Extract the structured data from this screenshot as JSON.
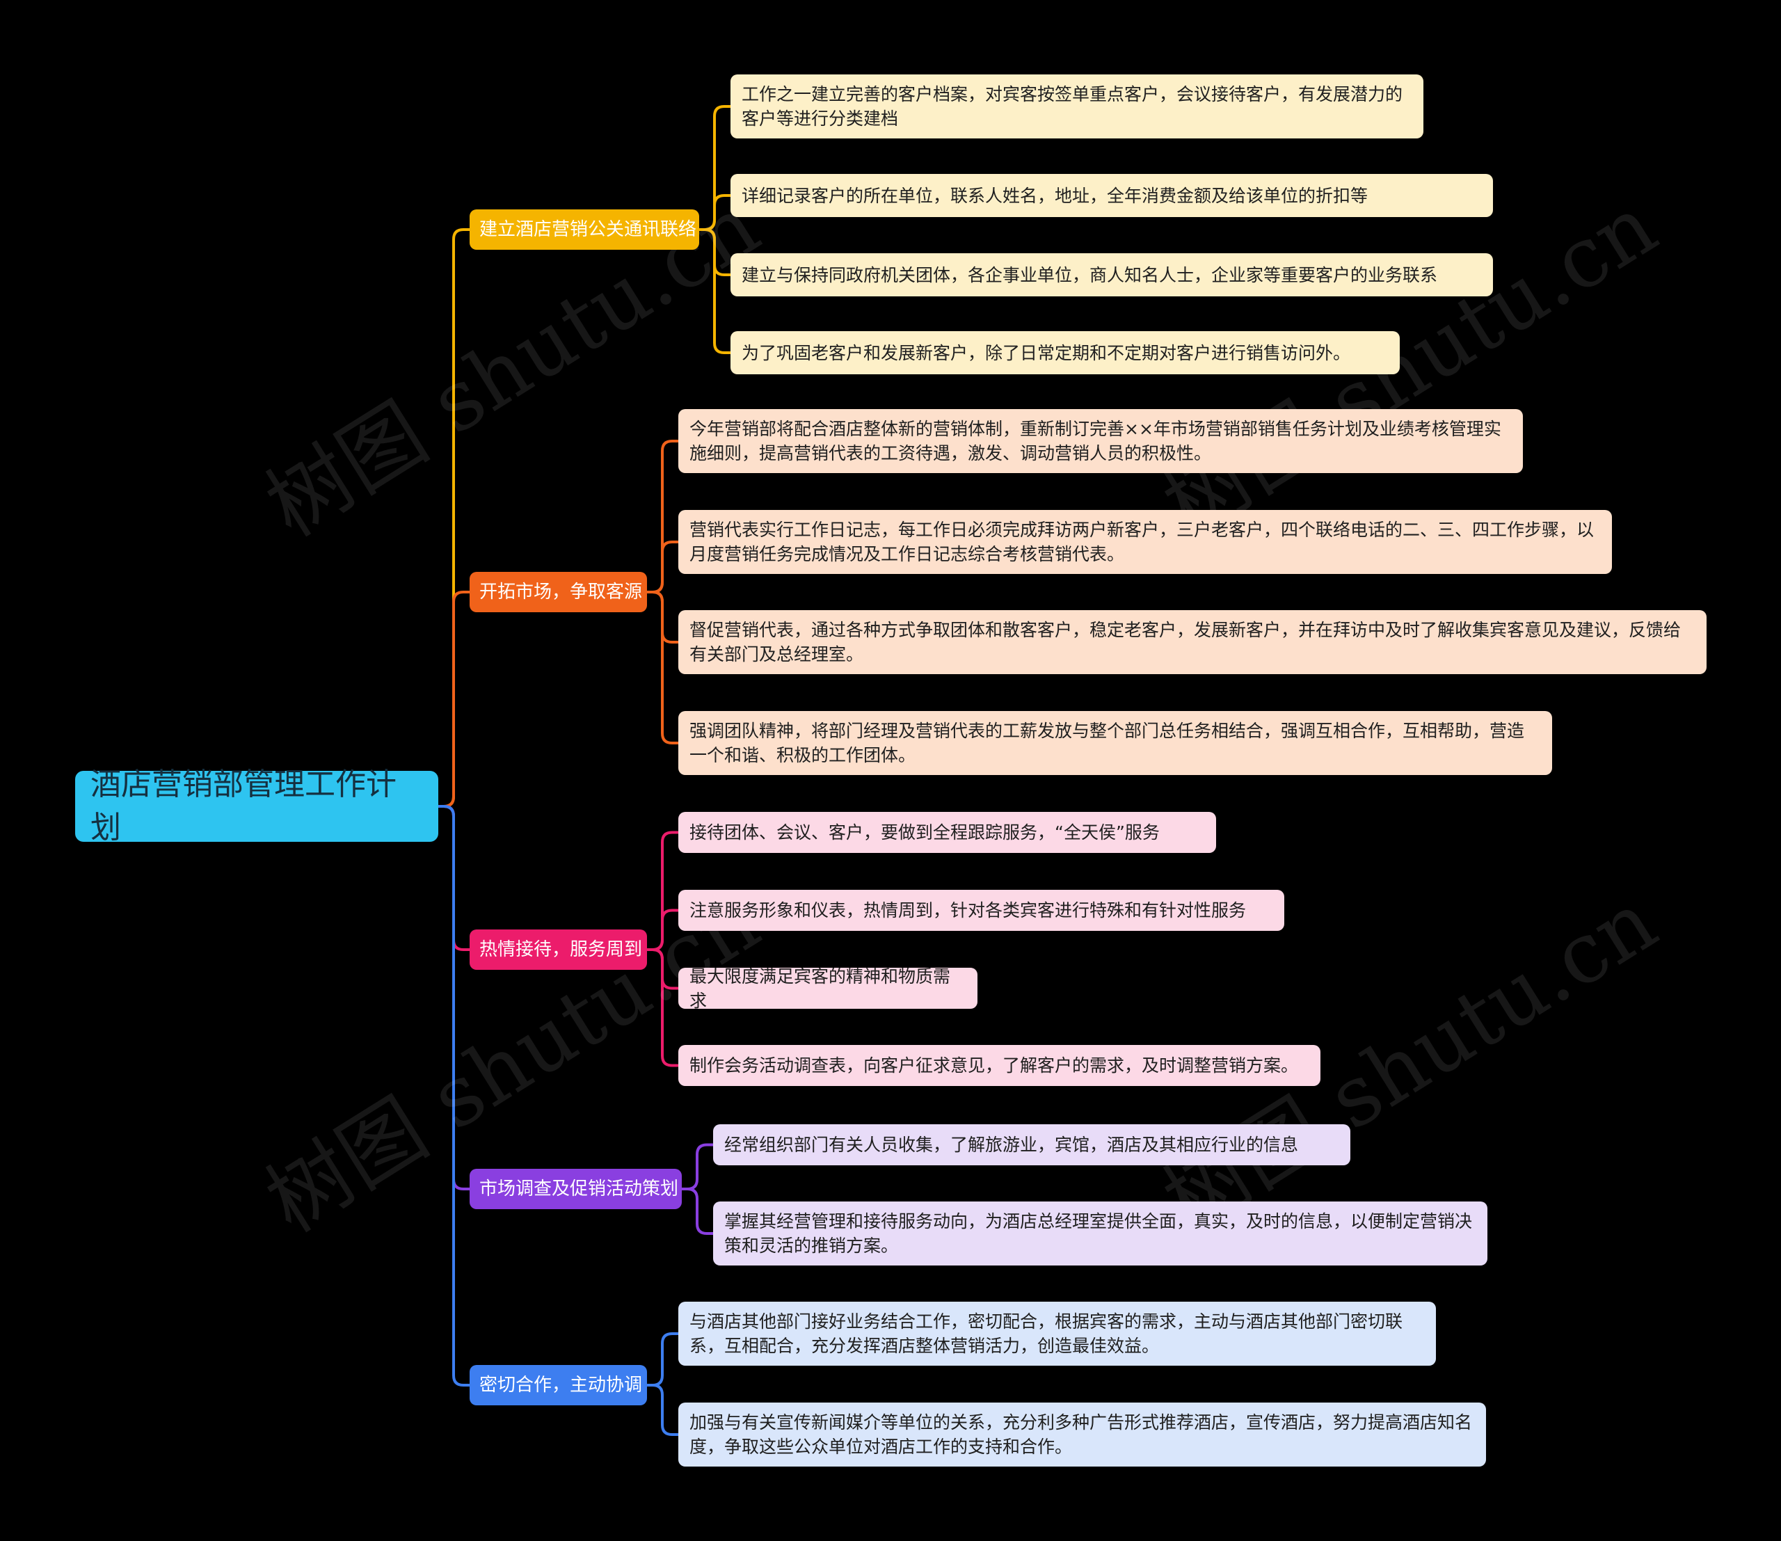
{
  "root": {
    "label": "酒店营销部管理工作计划",
    "color": "#2ec4f0"
  },
  "watermark": "树图 shutu.cn",
  "branches": [
    {
      "label": "建立酒店营销公关通讯联络",
      "color": "#f5b400",
      "leaf_bg": "#fdf0c8",
      "items": [
        "工作之一建立完善的客户档案，对宾客按签单重点客户，会议接待客户，有发展潜力的客户等进行分类建档",
        "详细记录客户的所在单位，联系人姓名，地址，全年消费金额及给该单位的折扣等",
        "建立与保持同政府机关团体，各企事业单位，商人知名人士，企业家等重要客户的业务联系",
        "为了巩固老客户和发展新客户，除了日常定期和不定期对客户进行销售访问外。"
      ]
    },
    {
      "label": "开拓市场，争取客源",
      "color": "#f0621a",
      "leaf_bg": "#fde0cc",
      "items": [
        "今年营销部将配合酒店整体新的营销体制，重新制订完善××年市场营销部销售任务计划及业绩考核管理实施细则，提高营销代表的工资待遇，激发、调动营销人员的积极性。",
        "营销代表实行工作日记志，每工作日必须完成拜访两户新客户，三户老客户，四个联络电话的二、三、四工作步骤，以月度营销任务完成情况及工作日记志综合考核营销代表。",
        "督促营销代表，通过各种方式争取团体和散客客户，稳定老客户，发展新客户，并在拜访中及时了解收集宾客意见及建议，反馈给有关部门及总经理室。",
        "强调团队精神，将部门经理及营销代表的工薪发放与整个部门总任务相结合，强调互相合作，互相帮助，营造一个和谐、积极的工作团体。"
      ]
    },
    {
      "label": "热情接待，服务周到",
      "color": "#ec1c6b",
      "leaf_bg": "#fcd9e6",
      "items": [
        "接待团体、会议、客户，要做到全程跟踪服务，“全天侯”服务",
        "注意服务形象和仪表，热情周到，针对各类宾客进行特殊和有针对性服务",
        "最大限度满足宾客的精神和物质需求",
        "制作会务活动调查表，向客户征求意见，了解客户的需求，及时调整营销方案。"
      ]
    },
    {
      "label": "市场调查及促销活动策划",
      "color": "#8a3fe0",
      "leaf_bg": "#e8dcf8",
      "items": [
        "经常组织部门有关人员收集，了解旅游业，宾馆，酒店及其相应行业的信息",
        "掌握其经营管理和接待服务动向，为酒店总经理室提供全面，真实，及时的信息，以便制定营销决策和灵活的推销方案。"
      ]
    },
    {
      "label": "密切合作，主动协调",
      "color": "#3d7ef0",
      "leaf_bg": "#d9e6fb",
      "items": [
        "与酒店其他部门接好业务结合工作，密切配合，根据宾客的需求，主动与酒店其他部门密切联系，互相配合，充分发挥酒店整体营销活力，创造最佳效益。",
        "加强与有关宣传新闻媒介等单位的关系，充分利多种广告形式推荐酒店，宣传酒店，努力提高酒店知名度，争取这些公众单位对酒店工作的支持和合作。"
      ]
    }
  ]
}
